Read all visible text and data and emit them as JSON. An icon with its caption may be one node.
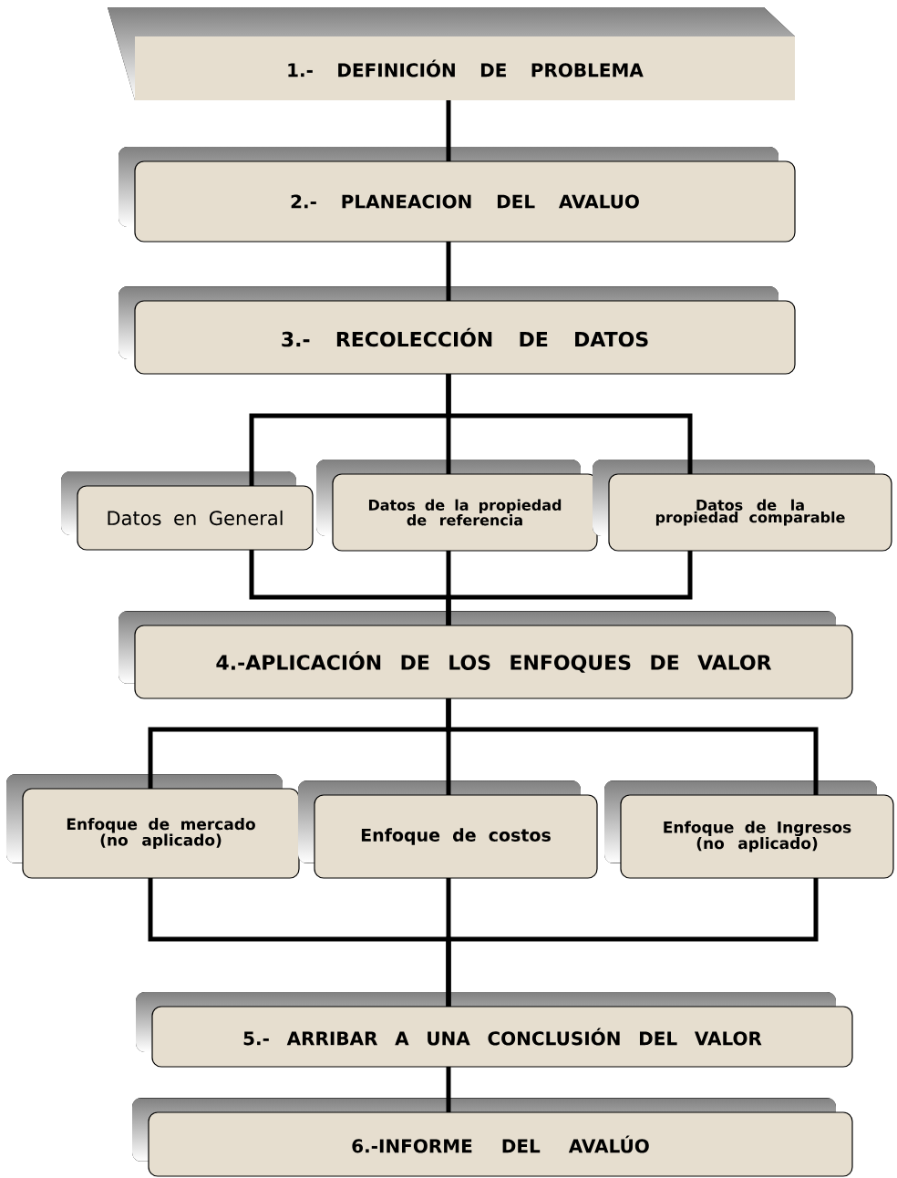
{
  "diagram": {
    "nodes": [
      {
        "text": [
          "1.- DEFINICIÓN DE PROBLEMA"
        ]
      },
      {
        "text": [
          "2.- PLANEACION DEL AVALUO"
        ]
      },
      {
        "text": [
          "3.- RECOLECCIÓN DE DATOS"
        ]
      },
      {
        "text": [
          "Datos en General"
        ]
      },
      {
        "text": [
          "Datos de la propiedad de referencia"
        ]
      },
      {
        "text": [
          "Datos de la propiedad comparable"
        ]
      },
      {
        "text": [
          "4.-APLICACIÓN DE LOS ENFOQUES DE VALOR"
        ]
      },
      {
        "text": [
          "Enfoque de mercado (no aplicado)"
        ]
      },
      {
        "text": [
          "Enfoque de costos"
        ]
      },
      {
        "text": [
          "Enfoque de Ingresos (no aplicado)"
        ]
      },
      {
        "text": [
          "5.- ARRIBAR A UNA CONCLUSIÓN DEL VALOR"
        ]
      },
      {
        "text": [
          "6.-INFORME DEL AVALÚO"
        ]
      }
    ],
    "edges": [
      {
        "from": 0,
        "to": 1,
        "arrow": "none"
      },
      {
        "from": 1,
        "to": 2,
        "arrow": "none"
      },
      {
        "from": 2,
        "to": 3,
        "arrow": "none"
      },
      {
        "from": 2,
        "to": 4,
        "arrow": "none"
      },
      {
        "from": 2,
        "to": 5,
        "arrow": "none"
      },
      {
        "from": 3,
        "to": 6,
        "arrow": "none"
      },
      {
        "from": 4,
        "to": 6,
        "arrow": "none"
      },
      {
        "from": 5,
        "to": 6,
        "arrow": "none"
      },
      {
        "from": 6,
        "to": 7,
        "arrow": "none"
      },
      {
        "from": 6,
        "to": 8,
        "arrow": "none"
      },
      {
        "from": 6,
        "to": 9,
        "arrow": "none"
      },
      {
        "from": 7,
        "to": 10,
        "arrow": "none"
      },
      {
        "from": 8,
        "to": 10,
        "arrow": "none"
      },
      {
        "from": 9,
        "to": 10,
        "arrow": "none"
      },
      {
        "from": 10,
        "to": 11,
        "arrow": "none"
      }
    ]
  }
}
